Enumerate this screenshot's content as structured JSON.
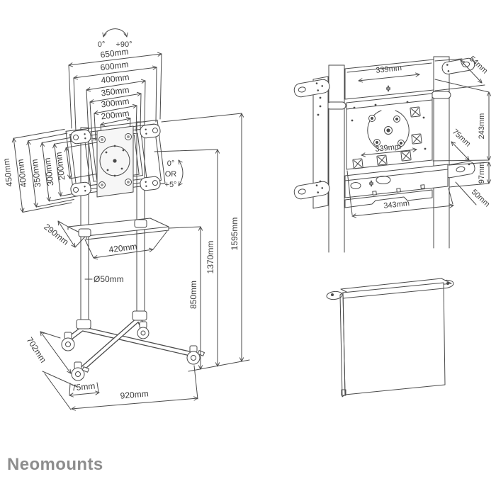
{
  "brand": {
    "name": "Neomounts",
    "color": "#8d8d8d"
  },
  "colors": {
    "line": "#4a4a4a",
    "text": "#3c3c3c",
    "background": "#ffffff",
    "plate_fill": "#f6f6f6"
  },
  "stand_drawing": {
    "rotation_labels": {
      "left": "0°",
      "right": "+90°"
    },
    "width_dims": [
      "650mm",
      "600mm",
      "400mm",
      "350mm",
      "300mm",
      "200mm"
    ],
    "height_dims": [
      "450mm",
      "400mm",
      "350mm",
      "300mm",
      "200mm"
    ],
    "tilt_labels": {
      "line1": "0°",
      "line2": "OR",
      "line3": "+5°"
    },
    "shelf_depth": "290mm",
    "shelf_width": "420mm",
    "pole_diameter": "Ø50mm",
    "shelf_height": "850mm",
    "column_height": "1370mm",
    "total_height": "1595mm",
    "base_depth": "702mm",
    "caster_height": "75mm",
    "base_width": "920mm"
  },
  "bracket_detail_drawing": {
    "top_width": "339mm",
    "top_bar_height": "54mm",
    "plate_height": "243mm",
    "plate_width": "339mm",
    "bracket_offset": "75mm",
    "lower_bar_height": "97mm",
    "hook_depth": "50mm",
    "bottom_width": "343mm"
  }
}
